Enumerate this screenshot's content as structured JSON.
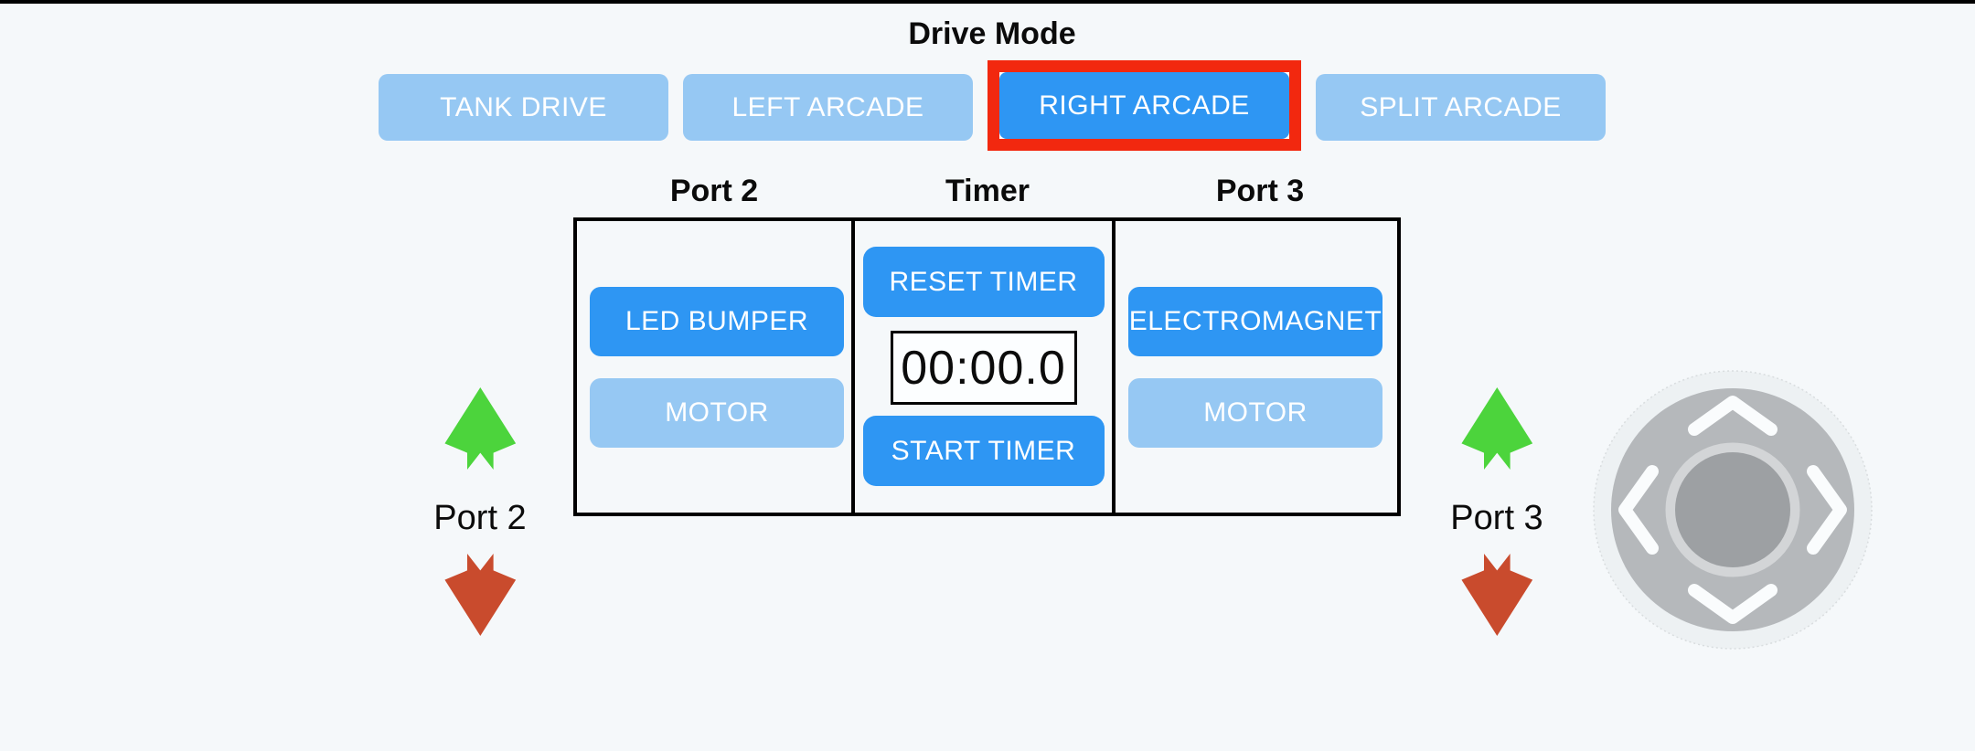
{
  "drive_mode": {
    "title": "Drive Mode",
    "buttons": [
      {
        "label": "TANK DRIVE",
        "state": "inactive",
        "selected": false
      },
      {
        "label": "LEFT ARCADE",
        "state": "inactive",
        "selected": false
      },
      {
        "label": "RIGHT ARCADE",
        "state": "active",
        "selected": true
      },
      {
        "label": "SPLIT ARCADE",
        "state": "inactive",
        "selected": false
      }
    ]
  },
  "panel": {
    "columns": [
      {
        "header": "Port 2",
        "buttons": [
          {
            "label": "LED BUMPER",
            "state": "active"
          },
          {
            "label": "MOTOR",
            "state": "inactive"
          }
        ]
      },
      {
        "header": "Timer",
        "reset_label": "RESET TIMER",
        "display_value": "00:00.0",
        "start_label": "START TIMER"
      },
      {
        "header": "Port 3",
        "buttons": [
          {
            "label": "ELECTROMAGNET",
            "state": "active"
          },
          {
            "label": "MOTOR",
            "state": "inactive"
          }
        ]
      }
    ]
  },
  "side_controls": {
    "left": {
      "label": "Port 2",
      "up_icon": "green-up-arrow",
      "down_icon": "red-down-arrow"
    },
    "right": {
      "label": "Port 3",
      "up_icon": "green-up-arrow",
      "down_icon": "red-down-arrow"
    }
  },
  "joystick": {
    "type": "four-way-joystick"
  },
  "colors": {
    "background": "#F5F8FA",
    "active_blue": "#2E96F3",
    "inactive_blue": "#96C8F3",
    "selection_red": "#F2280F",
    "arrow_green": "#4CD43C",
    "arrow_red": "#C94B2D",
    "joystick_disc": "#B5B8BB",
    "joystick_knob": "#9DA0A3"
  }
}
